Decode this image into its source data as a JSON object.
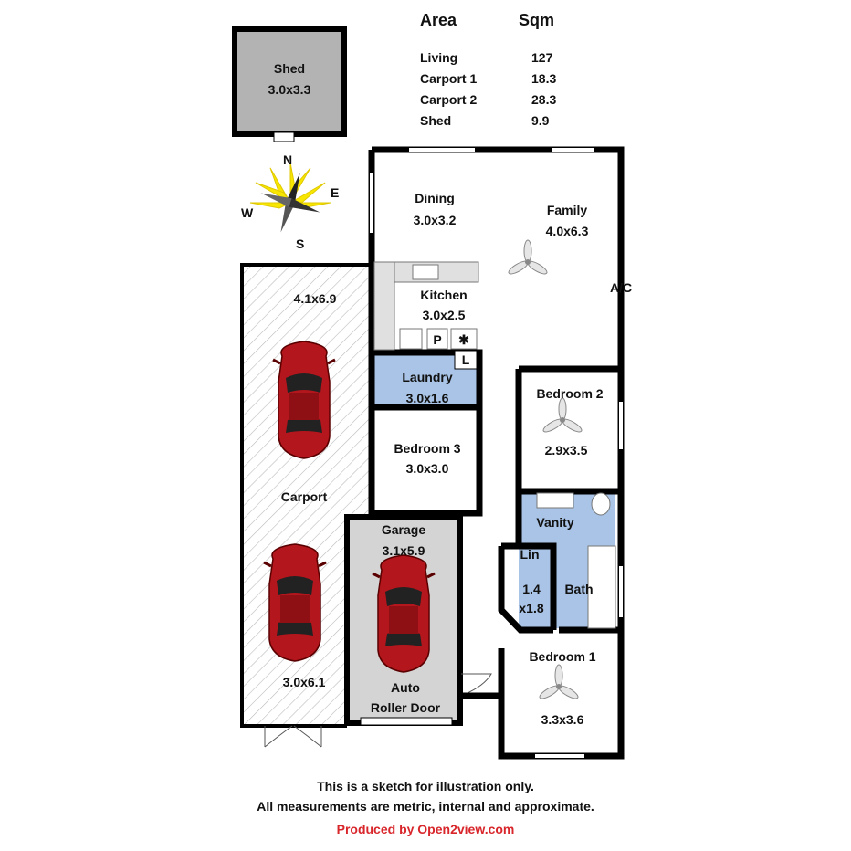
{
  "area_table": {
    "header_area": "Area",
    "header_sqm": "Sqm",
    "rows": [
      {
        "name": "Living",
        "sqm": "127"
      },
      {
        "name": "Carport 1",
        "sqm": "18.3"
      },
      {
        "name": "Carport 2",
        "sqm": "28.3"
      },
      {
        "name": "Shed",
        "sqm": "9.9"
      }
    ]
  },
  "rooms": {
    "shed": {
      "name": "Shed",
      "size": "3.0x3.3"
    },
    "dining": {
      "name": "Dining",
      "size": "3.0x3.2"
    },
    "family": {
      "name": "Family",
      "size": "4.0x6.3"
    },
    "kitchen": {
      "name": "Kitchen",
      "size": "3.0x2.5"
    },
    "laundry": {
      "name": "Laundry",
      "size": "3.0x1.6"
    },
    "bedroom2": {
      "name": "Bedroom 2",
      "size": "2.9x3.5"
    },
    "bedroom3": {
      "name": "Bedroom 3",
      "size": "3.0x3.0"
    },
    "carport": {
      "name": "Carport",
      "size_top": "4.1x6.9",
      "size_bottom": "3.0x6.1"
    },
    "garage": {
      "name": "Garage",
      "size": "3.1x5.9",
      "door_line1": "Auto",
      "door_line2": "Roller Door"
    },
    "vanity": {
      "name": "Vanity"
    },
    "lin": {
      "name": "Lin"
    },
    "bath": {
      "name": "Bath"
    },
    "robe": {
      "line1": "1.4",
      "line2": "x1.8"
    },
    "bedroom1": {
      "name": "Bedroom 1",
      "size": "3.3x3.6"
    }
  },
  "fixtures": {
    "ac": "A/C",
    "pantry": "P",
    "linen": "L"
  },
  "compass": {
    "n": "N",
    "e": "E",
    "s": "S",
    "w": "W"
  },
  "footer": {
    "line1": "This is a sketch for illustration only.",
    "line2": "All measurements are metric, internal and approximate.",
    "credit": "Produced by Open2view.com"
  },
  "colors": {
    "wall": "#000000",
    "wet_area": "#a9c4e6",
    "shed_fill": "#b3b3b3",
    "garage_fill": "#d4d4d4",
    "car_red": "#b3161c",
    "credit_red": "#d8262b",
    "sun_yellow": "#f7e600"
  }
}
